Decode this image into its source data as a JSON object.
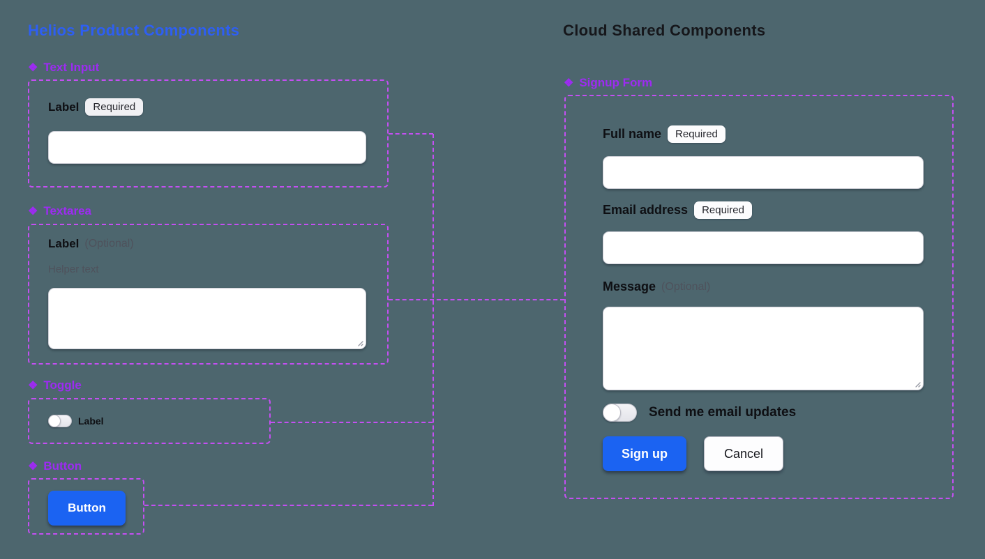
{
  "colors": {
    "background": "#4d666e",
    "left_title_blue": "#2e5ff2",
    "right_title_black": "#16171b",
    "component_purple": "#9d2bf2",
    "frame_dash_purple": "#c44ff2",
    "primary_button_blue": "#1b63f2",
    "label_black": "#0e0f13",
    "muted_gray": "#4e525c"
  },
  "icons": {
    "component": "❖"
  },
  "left": {
    "title": "Helios Product Components",
    "text_input": {
      "heading": "Text Input",
      "label": "Label",
      "badge": "Required",
      "value": ""
    },
    "textarea": {
      "heading": "Textarea",
      "label": "Label",
      "optional": "(Optional)",
      "helper": "Helper text",
      "value": ""
    },
    "toggle": {
      "heading": "Toggle",
      "label": "Label",
      "state": "off"
    },
    "button": {
      "heading": "Button",
      "label": "Button"
    }
  },
  "right": {
    "title": "Cloud Shared Components",
    "signup_form": {
      "heading": "Signup Form",
      "full_name": {
        "label": "Full name",
        "badge": "Required",
        "value": ""
      },
      "email": {
        "label": "Email address",
        "badge": "Required",
        "value": ""
      },
      "message": {
        "label": "Message",
        "optional": "(Optional)",
        "value": ""
      },
      "updates_toggle": {
        "label": "Send me email updates",
        "state": "off"
      },
      "submit_label": "Sign up",
      "cancel_label": "Cancel"
    }
  }
}
